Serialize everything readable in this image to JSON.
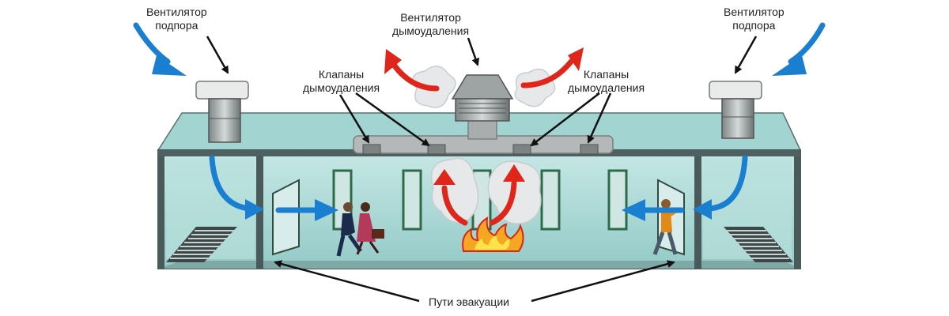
{
  "labels": {
    "supply_fan_left": [
      "Вентилятор",
      "подпора"
    ],
    "smoke_fan": [
      "Вентилятор",
      "дымоудаления"
    ],
    "supply_fan_right": [
      "Вентилятор",
      "подпора"
    ],
    "smoke_valves_left": [
      "Клапаны",
      "дымоудаления"
    ],
    "smoke_valves_right": [
      "Клапаны",
      "дымоудаления"
    ],
    "evacuation_routes": "Пути эвакуации"
  },
  "colors": {
    "building_glass": "#a9d8d6",
    "building_frame": "#4a5a5a",
    "fresh_air_arrow": "#1a7fd0",
    "smoke_arrow": "#e0261a",
    "fire": "#f5a623",
    "duct": "#b5b8b8",
    "smoke_cloud": "#e6e8ea"
  },
  "icons": [
    "supply-fan-icon",
    "roof-fan-icon",
    "smoke-valve-icon",
    "door-icon",
    "fire-icon",
    "running-person-icon",
    "floor-grille-icon"
  ]
}
